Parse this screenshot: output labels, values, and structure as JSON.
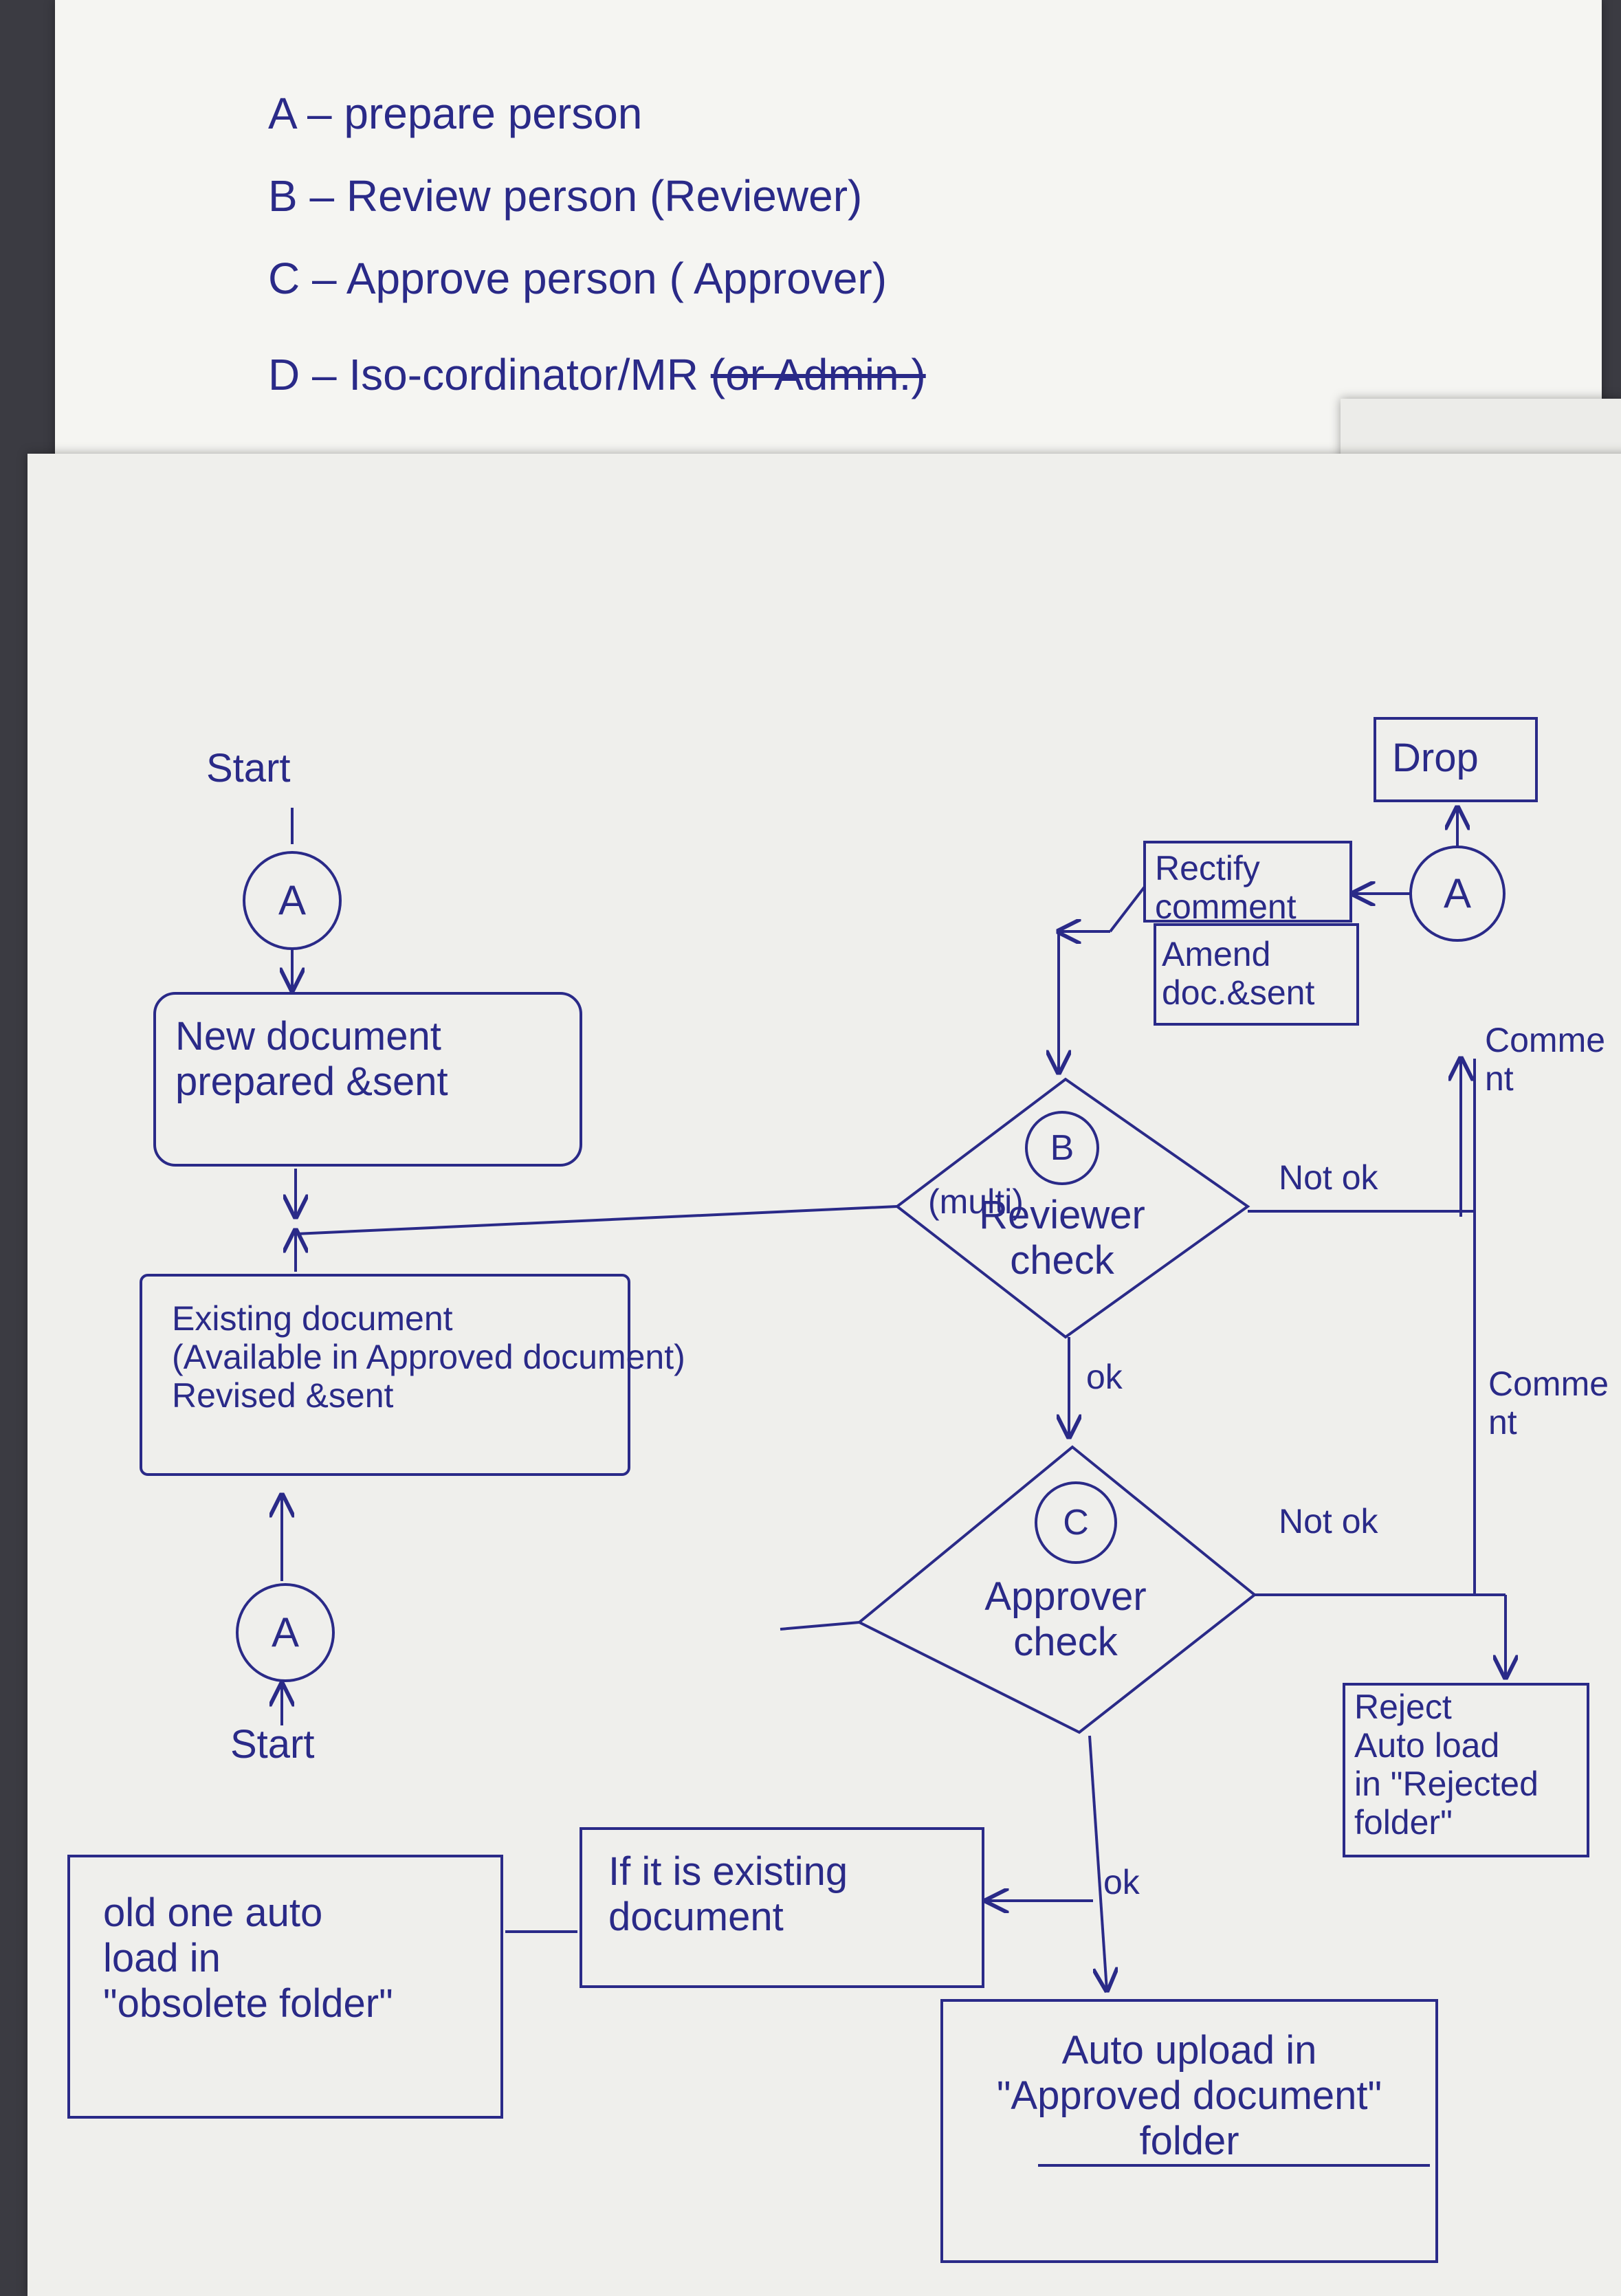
{
  "legend": {
    "a": {
      "letter": "A",
      "dash": "–",
      "text": "prepare person"
    },
    "b": {
      "letter": "B",
      "dash": "–",
      "text": "Review person (Reviewer)"
    },
    "c": {
      "letter": "C",
      "dash": "–",
      "text": "Approve person ( Approver)"
    },
    "d": {
      "letter": "D",
      "dash": "–",
      "text": "Iso-cordinator/MR",
      "struck": "(or Admin.)"
    }
  },
  "nodes": {
    "start_top": "Start",
    "start_bottom": "Start",
    "a_top": "A",
    "a_bottom": "A",
    "a_right": "A",
    "b": "B",
    "c": "C",
    "new_doc": "New document\nprepared &sent",
    "existing_doc": "Existing document\n(Available in Approved document)\nRevised &sent",
    "reviewer_multi": "(multi)",
    "reviewer": "Reviewer\ncheck",
    "approver": "Approver\ncheck",
    "drop": "Drop",
    "rectify": "Rectify\ncomment",
    "amend": "Amend\ndoc.&sent",
    "reject": "Reject\nAuto load\nin \"Rejected\nfolder\"",
    "if_existing": "If it is existing\ndocument",
    "old_one": "old one auto\nload in\n\"obsolete folder\"",
    "auto_upload": "Auto upload in\n\"Approved document\"\nfolder"
  },
  "edge_labels": {
    "not_ok_reviewer": "Not ok",
    "not_ok_approver": "Not ok",
    "ok_reviewer": "ok",
    "ok_approver": "ok",
    "comment_upper": "Comment",
    "comment_lower": "Comment"
  },
  "colors": {
    "ink": "#2a2a88",
    "paper": "#f1f1ee",
    "background": "#3b3b42"
  }
}
